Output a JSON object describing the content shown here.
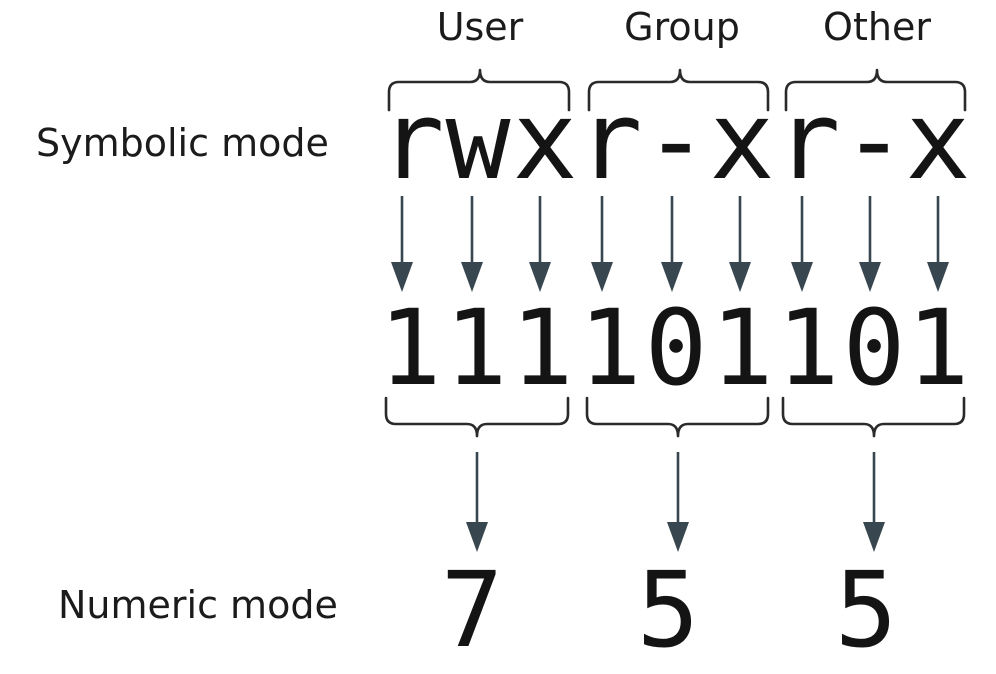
{
  "groups": [
    {
      "name": "User",
      "symbols": [
        "r",
        "w",
        "x"
      ],
      "bits": [
        "1",
        "1",
        "1"
      ],
      "octal": "7"
    },
    {
      "name": "Group",
      "symbols": [
        "r",
        "-",
        "x"
      ],
      "bits": [
        "1",
        "0",
        "1"
      ],
      "octal": "5"
    },
    {
      "name": "Other",
      "symbols": [
        "r",
        "-",
        "x"
      ],
      "bits": [
        "1",
        "0",
        "1"
      ],
      "octal": "5"
    }
  ],
  "rows": {
    "symbolic_label": "Symbolic mode",
    "numeric_label": "Numeric mode"
  },
  "colors": {
    "text": "#141414",
    "arrow": "#38464f",
    "brace": "#2a2a2a"
  }
}
